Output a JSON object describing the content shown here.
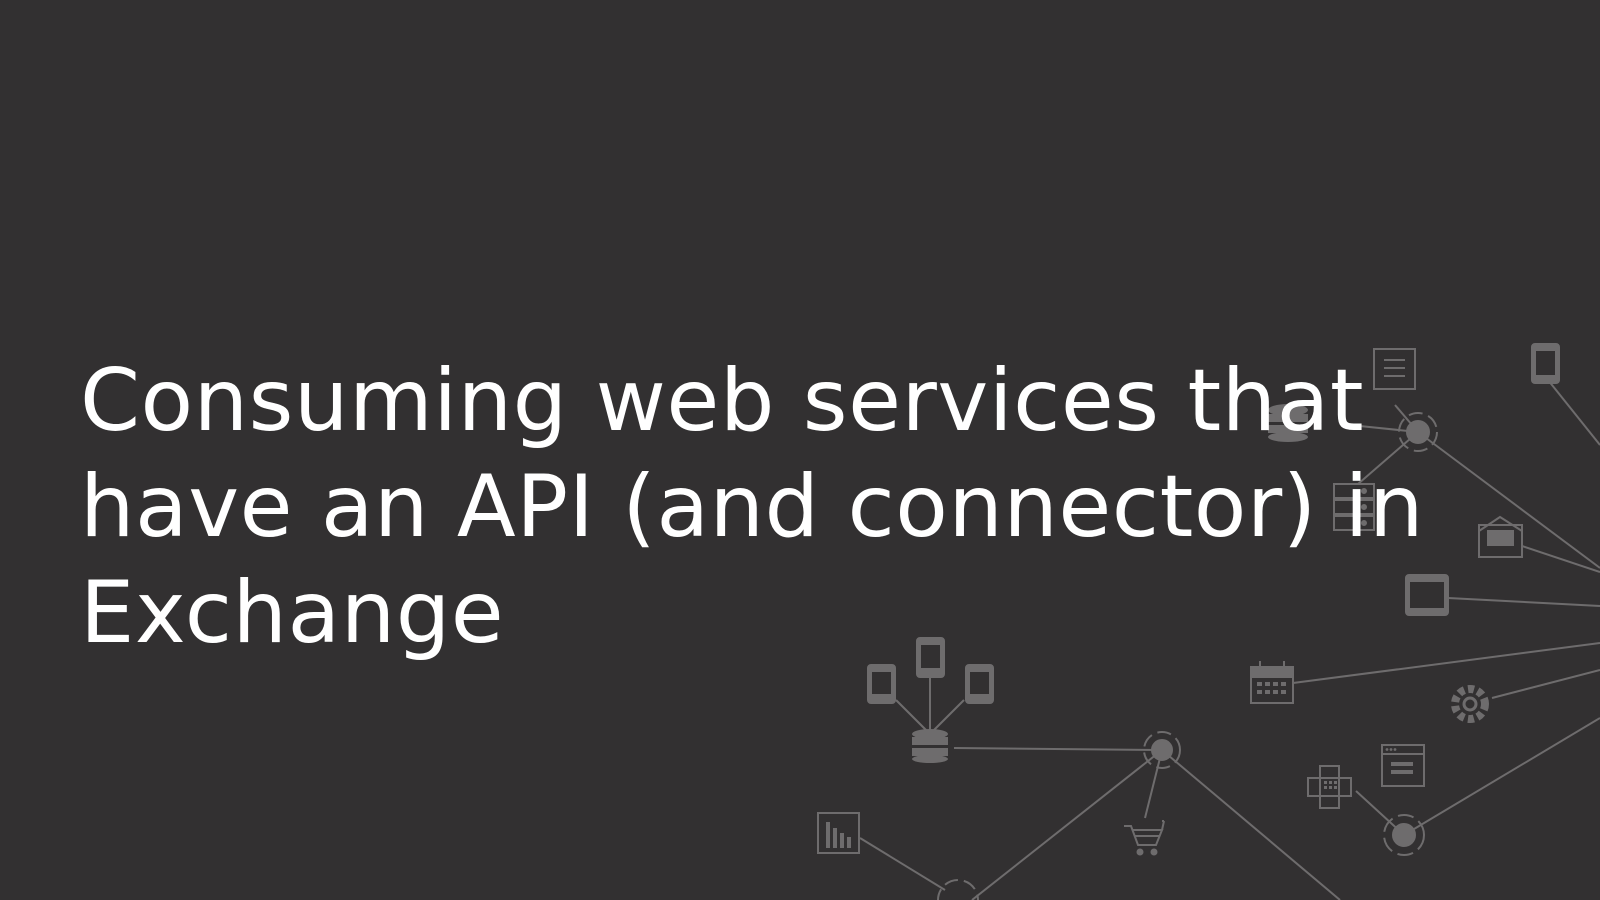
{
  "slide": {
    "title_lines": [
      "Consuming web services that",
      "have an API (and connector) in",
      "Exchange"
    ]
  },
  "colors": {
    "background": "#323031",
    "title_text": "#ffffff",
    "network_line": "#6e6c6d",
    "network_icon": "#6e6c6d"
  },
  "icons": [
    "document-icon",
    "mobile-phone-icon",
    "database-icon",
    "hub-node-icon",
    "server-icon",
    "email-icon",
    "tablet-icon",
    "calendar-icon",
    "gear-icon",
    "browser-window-icon",
    "plug-icon",
    "shopping-cart-icon",
    "bar-chart-icon"
  ]
}
